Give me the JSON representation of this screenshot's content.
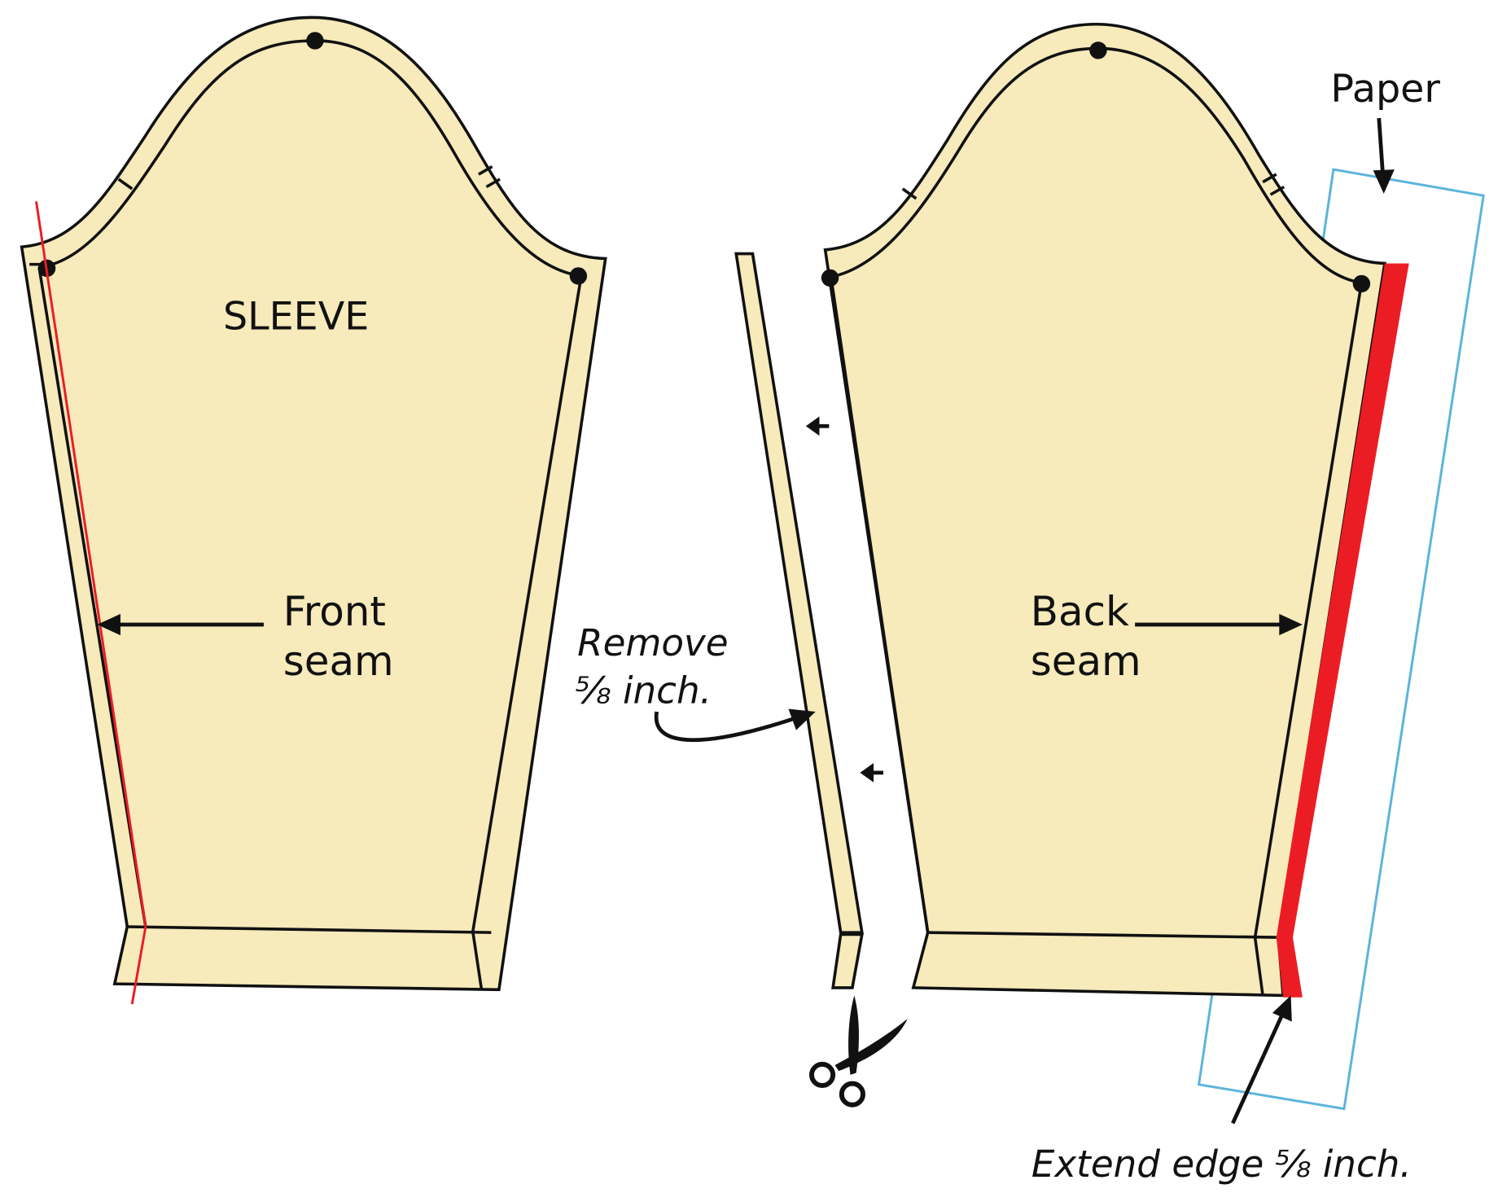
{
  "labels": {
    "sleeve": "SLEEVE",
    "front_seam_1": "Front",
    "front_seam_2": "seam",
    "back_seam_1": "Back",
    "back_seam_2": "seam",
    "paper": "Paper",
    "remove_1": "Remove",
    "remove_2": "⅝ inch.",
    "extend": "Extend edge ⅝ inch."
  },
  "colors": {
    "fabric": "#f7eabb",
    "outline": "#111111",
    "red": "#ec1c24",
    "paper": "#5bb4dc"
  },
  "icons": [
    "scissors-icon"
  ]
}
